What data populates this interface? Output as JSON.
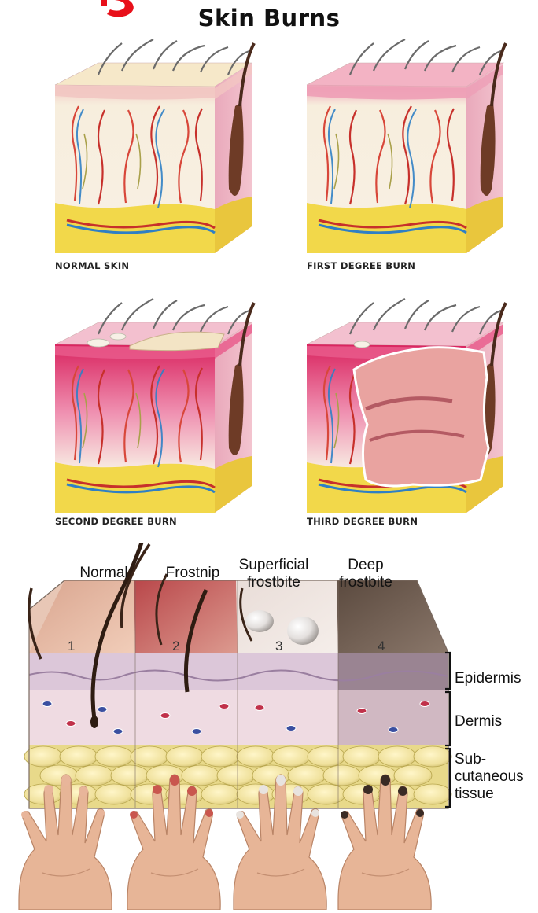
{
  "top_fragment": {
    "color": "#e8101a"
  },
  "burns": {
    "title": "Skin Burns",
    "panels": [
      {
        "label": "NORMAL SKIN",
        "state": "normal"
      },
      {
        "label": "FIRST DEGREE BURN",
        "state": "first"
      },
      {
        "label": "SECOND DEGREE BURN",
        "state": "second"
      },
      {
        "label": "THIRD DEGREE BURN",
        "state": "third"
      }
    ]
  },
  "frostbite": {
    "stages": [
      {
        "title": "Normal",
        "number": "1"
      },
      {
        "title": "Frostnip",
        "number": "2"
      },
      {
        "title": "Superficial\nfrostbite",
        "number": "3"
      },
      {
        "title": "Deep\nfrostbite",
        "number": "4"
      }
    ],
    "layers": [
      {
        "label": "Epidermis"
      },
      {
        "label": "Dermis"
      },
      {
        "label": "Sub-\ncutaneous\ntissue"
      }
    ]
  },
  "colors": {
    "fat": "#f2d84a",
    "dermis": "#f7e9d8",
    "epidermis_normal": "#f3c7b8",
    "burn_red": "#e0335f",
    "blister": "#f3e4c5",
    "charred": "#e9a3a0"
  }
}
